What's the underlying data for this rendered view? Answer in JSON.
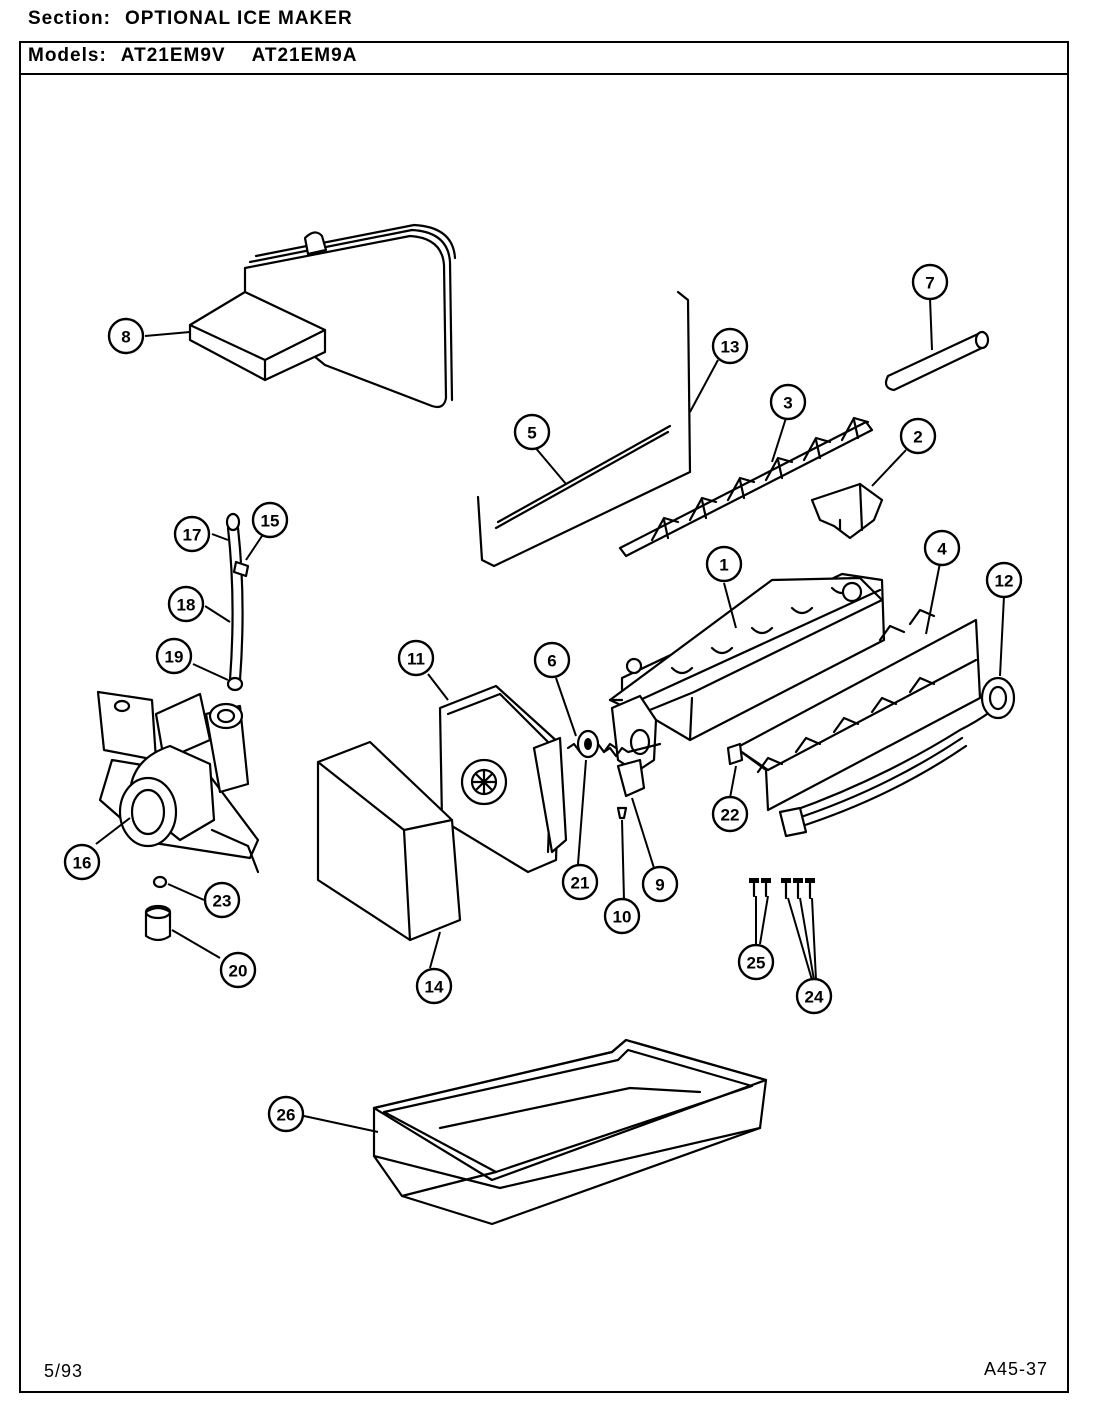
{
  "header": {
    "section_label": "Section:",
    "section_value": "OPTIONAL ICE MAKER",
    "models_label": "Models:",
    "models": [
      "AT21EM9V",
      "AT21EM9A"
    ]
  },
  "footer": {
    "date": "5/93",
    "code": "A45-37"
  },
  "callouts": [
    "1",
    "2",
    "3",
    "4",
    "5",
    "6",
    "7",
    "8",
    "9",
    "10",
    "11",
    "12",
    "13",
    "14",
    "15",
    "16",
    "17",
    "18",
    "19",
    "20",
    "21",
    "22",
    "23",
    "24",
    "25",
    "26"
  ]
}
